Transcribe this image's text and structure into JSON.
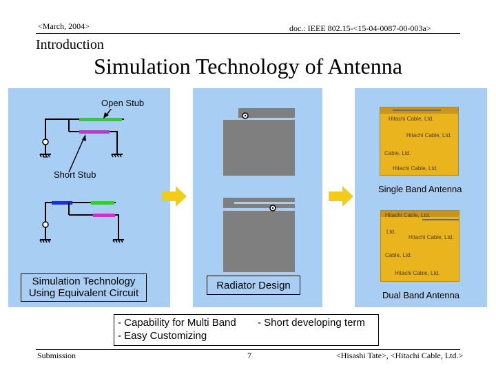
{
  "header": {
    "date": "<March, 2004>",
    "doc": "doc.: IEEE 802.15-<15-04-0087-00-003a>"
  },
  "section": "Introduction",
  "title": "Simulation Technology of Antenna",
  "labels": {
    "open_stub": "Open Stub",
    "short_stub": "Short Stub",
    "single_band": "Single Band Antenna",
    "dual_band": "Dual Band Antenna",
    "radiator_design": "Radiator Design",
    "sim_tech_line1": "Simulation Technology",
    "sim_tech_line2": "Using Equivalent Circuit"
  },
  "card_text": {
    "single": [
      "Hitachi Cable, Ltd.",
      "Hitachi Cable, Ltd.",
      "Cable, Ltd.",
      "Hitachi Cable, Ltd."
    ],
    "dual": [
      "Hitachi Cable, Ltd.",
      "Ltd.",
      "Hitachi Cable, Ltd.",
      "Cable, Ltd.",
      "Hitachi Cable, Ltd."
    ]
  },
  "bullets": {
    "line1_a": "- Capability for Multi Band",
    "line1_b": "- Short developing term",
    "line2": "- Easy Customizing"
  },
  "footer": {
    "left": "Submission",
    "page": "7",
    "right": "<Hisashi Tate>, <Hitachi Cable, Ltd.>"
  },
  "colors": {
    "panel_blue": "#a9cef4",
    "stub_green": "#33cc33",
    "stub_magenta": "#cc33cc",
    "stub_blue": "#1a33cc",
    "arrow_yellow": "#f2cc1a",
    "antenna_gray": "#7f7f7f"
  }
}
